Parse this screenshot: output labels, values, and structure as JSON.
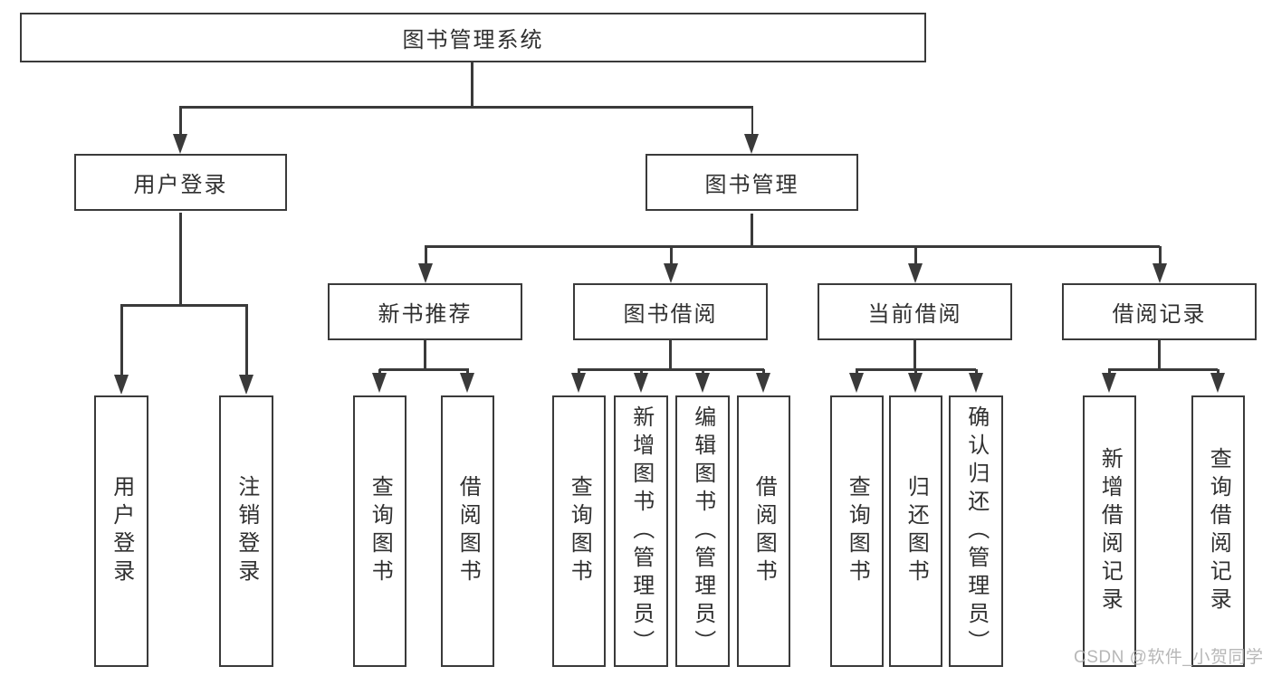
{
  "root": {
    "label": "图书管理系统"
  },
  "level2": [
    {
      "label": "用户登录"
    },
    {
      "label": "图书管理"
    }
  ],
  "level3": [
    {
      "label": "新书推荐"
    },
    {
      "label": "图书借阅"
    },
    {
      "label": "当前借阅"
    },
    {
      "label": "借阅记录"
    }
  ],
  "leaves": {
    "login": [
      "用户登录",
      "注销登录"
    ],
    "new_book": [
      "查询图书",
      "借阅图书"
    ],
    "book_borrow": [
      "查询图书",
      "新增图书（管理员）",
      "编辑图书（管理员）",
      "借阅图书"
    ],
    "current_borrow": [
      "查询图书",
      "归还图书",
      "确认归还（管理员）"
    ],
    "borrow_record": [
      "新增借阅记录",
      "查询借阅记录"
    ]
  },
  "watermark": "CSDN @软件_小贺同学",
  "colors": {
    "line": "#3a3a3a",
    "text": "#303030",
    "background": "#ffffff",
    "watermark": "#b0b0b0"
  }
}
